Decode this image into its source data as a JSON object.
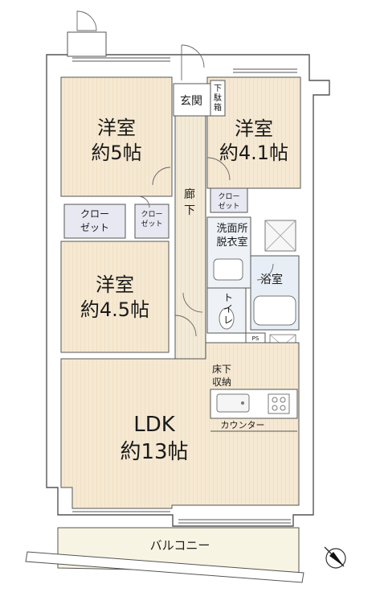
{
  "rooms": {
    "western1": {
      "name": "洋室",
      "size": "約5帖"
    },
    "western2": {
      "name": "洋室",
      "size": "約4.1帖"
    },
    "western3": {
      "name": "洋室",
      "size": "約4.5帖"
    },
    "ldk": {
      "name": "LDK",
      "size": "約13帖"
    }
  },
  "labels": {
    "entrance": "玄関",
    "shoe_box": [
      "下",
      "駄",
      "箱"
    ],
    "hallway": [
      "廊",
      "下"
    ],
    "closet_big": [
      "クロー",
      "ゼット"
    ],
    "closet_small": [
      "クロー",
      "ゼット"
    ],
    "closet_right": [
      "クロー",
      "ゼット"
    ],
    "washroom": [
      "洗面所",
      "脱衣室"
    ],
    "bathroom": "浴室",
    "toilet": [
      "ト",
      "イ",
      "レ"
    ],
    "ps": "PS",
    "underfloor": [
      "床下",
      "収納"
    ],
    "counter": "カウンター",
    "balcony": "バルコニー"
  },
  "colors": {
    "room_fill": "#f6e9d3",
    "closet_fill": "#e8e8f2",
    "wet_fill": "#e8eef5",
    "balcony_fill": "#f8f4e4",
    "wall": "#ffffff",
    "line": "#444444"
  },
  "icons": {
    "compass": "north-arrow-icon"
  }
}
